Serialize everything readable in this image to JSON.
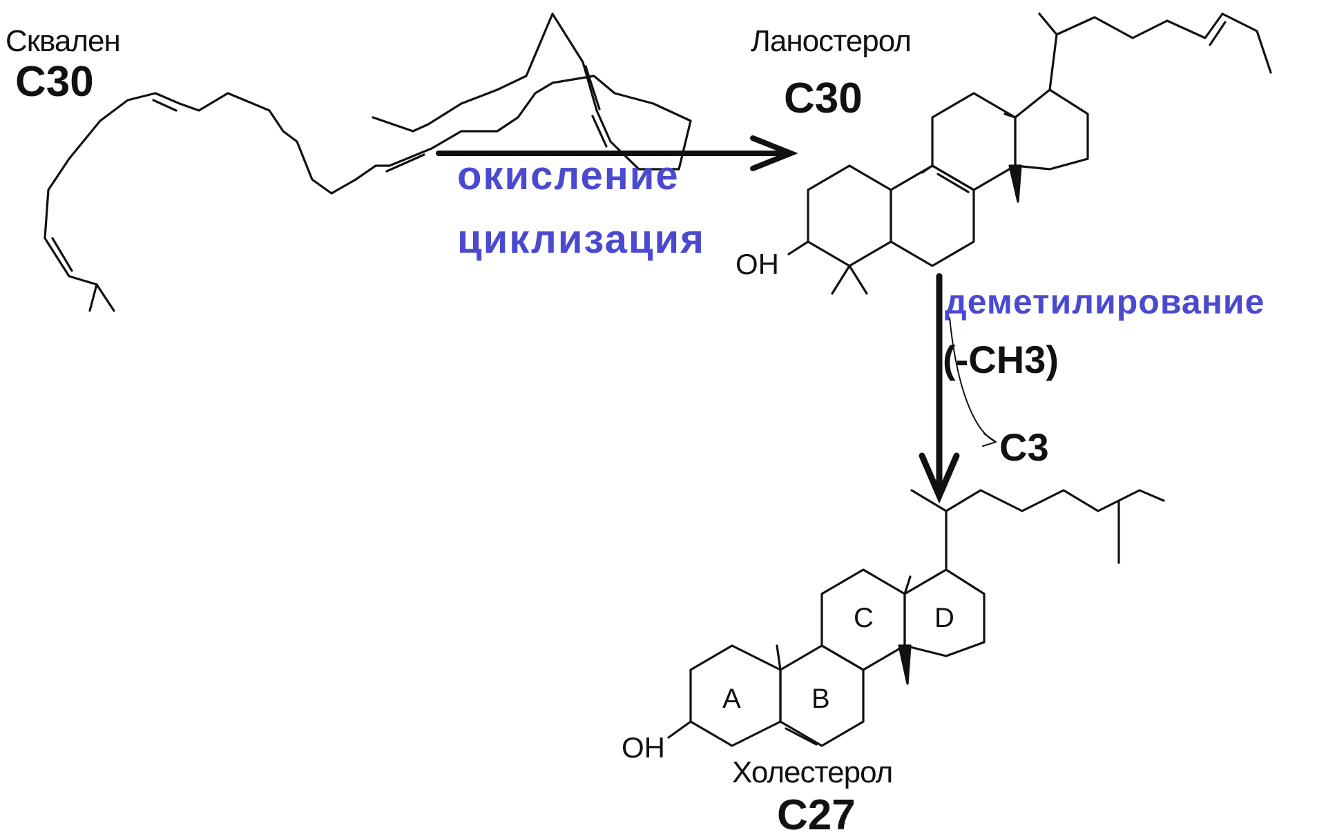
{
  "squalene": {
    "name": "Сквален",
    "formula": "C30"
  },
  "lanosterol": {
    "name": "Ланостерол",
    "formula": "C30",
    "oh": "OH"
  },
  "cholesterol": {
    "name": "Холестерол",
    "formula": "C27",
    "oh": "OH",
    "rings": {
      "a": "A",
      "b": "B",
      "c": "C",
      "d": "D"
    }
  },
  "steps": {
    "oxidation": "окисление",
    "cyclization": "циклизация",
    "demethylation": "деметилирование"
  },
  "removed_group": "(-CH3)",
  "removed_carbons": "C3",
  "colors": {
    "step_label": "#4a4ad0",
    "ink": "#111111"
  }
}
